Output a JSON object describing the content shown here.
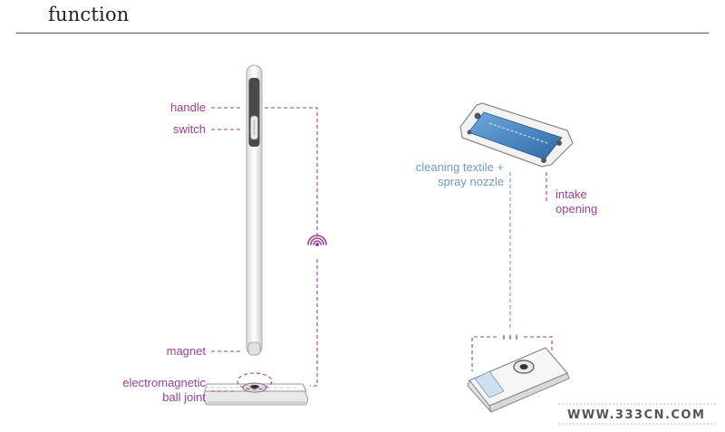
{
  "header": {
    "title": "function"
  },
  "labels": {
    "handle": "handle",
    "switch": "switch",
    "magnet": "magnet",
    "ball_joint_line1": "electromagnetic",
    "ball_joint_line2": "ball joint",
    "textile_line1": "cleaning textile +",
    "textile_line2": "spray nozzle",
    "intake_line1": "intake",
    "intake_line2": "opening"
  },
  "watermark": "WWW.333CN.COM",
  "colors": {
    "callout": "#9b3f9a",
    "textile": "#6f9bc4",
    "pad_blue": "#3f7fc3",
    "body": "#f4f4f4",
    "grip": "#4a4a4a"
  },
  "icons": {
    "wireless": "wireless-signal-icon",
    "drops": "water-drops-icon"
  }
}
